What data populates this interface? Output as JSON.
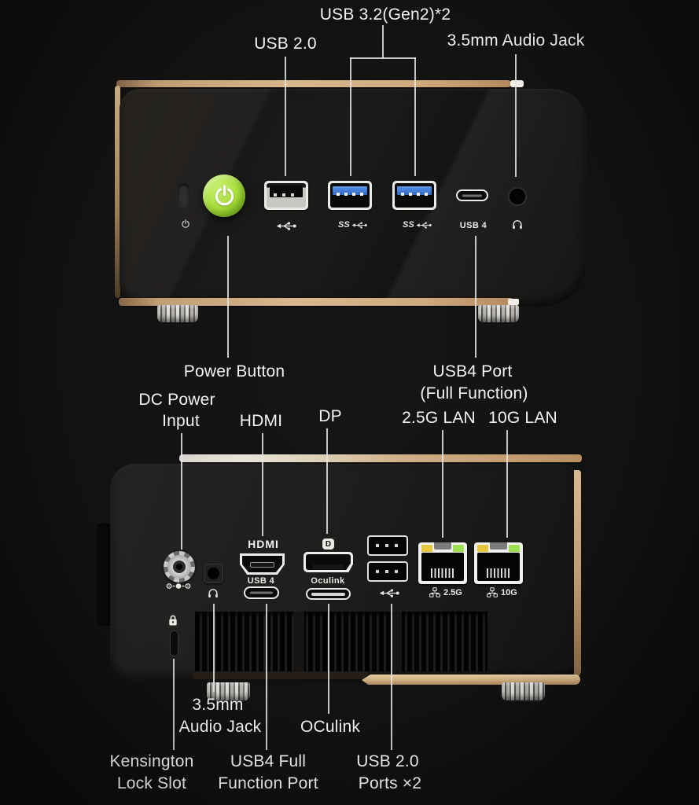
{
  "title": "Mini PC front and rear port callout diagram",
  "colors": {
    "background": "#111111",
    "gold_trim": "#c9a477",
    "power_button_green": "#a6dd39",
    "usb3_blue": "#3b79da",
    "lan_led_yellow": "#e8c63c",
    "lan_led_green": "#9ce04f",
    "label_text": "#f3f3f1",
    "callout_line": "#e6e6e4"
  },
  "front": {
    "callouts_top": {
      "usb32": "USB 3.2(Gen2)*2",
      "usb2": "USB 2.0",
      "audio": "3.5mm Audio Jack"
    },
    "callouts_bottom": {
      "power": "Power Button",
      "usb4_line1": "USB4 Port",
      "usb4_line2": "(Full Function)"
    },
    "markings": {
      "usb4": "USB 4",
      "ss": "SS"
    }
  },
  "rear": {
    "callouts_top": {
      "dc_line1": "DC Power",
      "dc_line2": "Input",
      "hdmi": "HDMI",
      "dp": "DP",
      "lan25": "2.5G LAN",
      "lan10": "10G LAN"
    },
    "callouts_bottom": {
      "audio_line1": "3.5mm",
      "audio_line2": "Audio Jack",
      "oculink": "OCulink",
      "ken_line1": "Kensington",
      "ken_line2": "Lock Slot",
      "usb4_line1": "USB4 Full",
      "usb4_line2": "Function Port",
      "usb2_line1": "USB 2.0",
      "usb2_line2": "Ports ×2"
    },
    "markings": {
      "hdmi_logo": "HDMI",
      "dp_logo": "D",
      "usb4": "USB 4",
      "oculink": "Oculink",
      "lan25": "2.5G",
      "lan10": "10G"
    }
  }
}
